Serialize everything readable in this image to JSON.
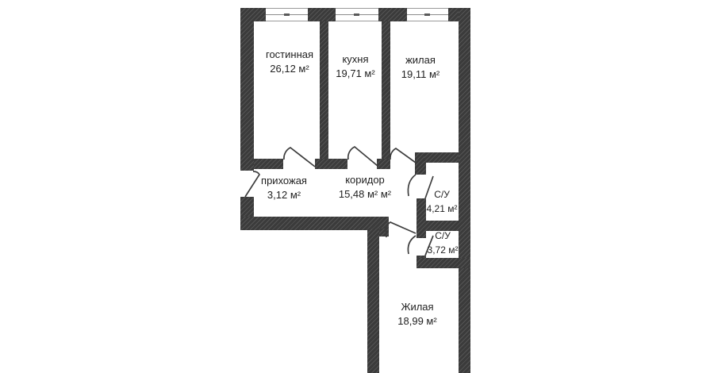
{
  "plan": {
    "type": "apartment-floor-plan",
    "rooms": [
      {
        "name": "гостинная",
        "area": "26,12 м²"
      },
      {
        "name": "кухня",
        "area": "19,71 м²"
      },
      {
        "name": "жилая",
        "area": "19,11 м²"
      },
      {
        "name": "прихожая",
        "area": "3,12 м²"
      },
      {
        "name": "коридор",
        "area": "15,48 м² м²"
      },
      {
        "name": "С/У",
        "area": "4,21 м²"
      },
      {
        "name": "С/У",
        "area": "3,72 м²"
      },
      {
        "name": "Жилая",
        "area": "18,99 м²"
      }
    ],
    "counts": {
      "windows": 3,
      "doors": 7
    },
    "colors": {
      "wall": "#3b3b3b",
      "wall_hatch": "#4f4f4f",
      "background": "#ffffff",
      "text": "#1f1f1f",
      "window_line": "#8c8c8c"
    }
  }
}
